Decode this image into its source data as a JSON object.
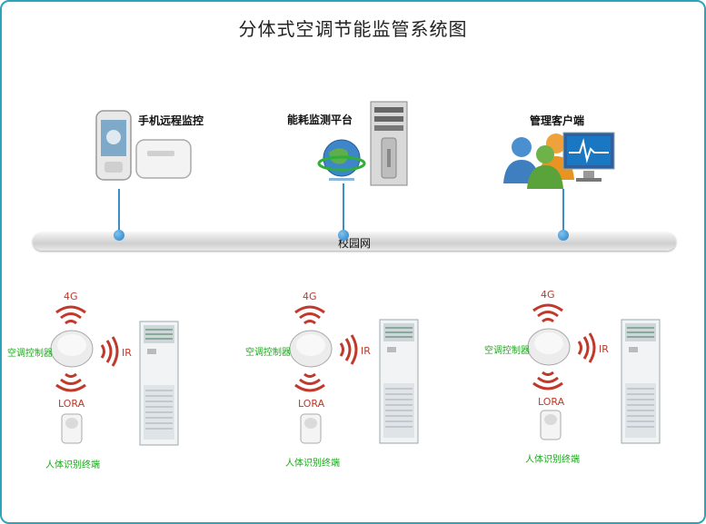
{
  "title": "分体式空调节能监管系统图",
  "top_nodes": {
    "mobile": "手机远程监控",
    "platform": "能耗监测平台",
    "client": "管理客户端"
  },
  "network_label": "校园网",
  "units": [
    {
      "signal_4g": "4G",
      "ir": "IR",
      "lora": "LORA",
      "controller": "空调控制器",
      "sensor": "人体识别终端"
    },
    {
      "signal_4g": "4G",
      "ir": "IR",
      "lora": "LORA",
      "controller": "空调控制器",
      "sensor": "人体识别终端"
    },
    {
      "signal_4g": "4G",
      "ir": "IR",
      "lora": "LORA",
      "controller": "空调控制器",
      "sensor": "人体识别终端"
    }
  ],
  "colors": {
    "frame": "#2aa4b8",
    "wave": "#c0392b",
    "label_green": "#1aa81a",
    "link": "#3a8fc6"
  }
}
